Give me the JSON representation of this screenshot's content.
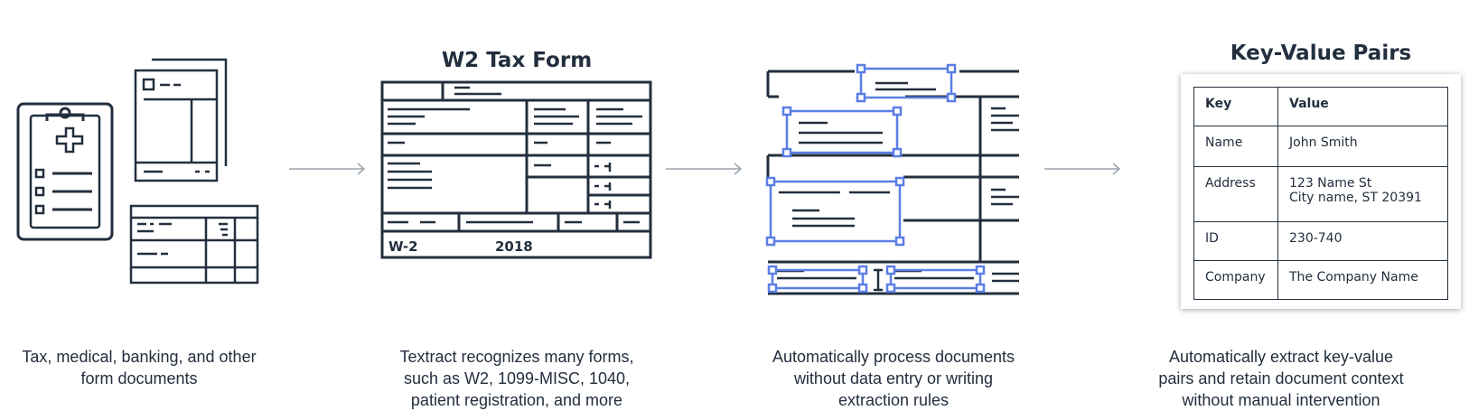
{
  "steps": [
    {
      "id": "documents",
      "caption_lines": [
        "Tax, medical, banking, and other",
        "form documents"
      ]
    },
    {
      "id": "w2-form",
      "title": "W2 Tax Form",
      "form_code": "W-2",
      "form_year": "2018",
      "caption_lines": [
        "Textract recognizes many forms,",
        "such as W2, 1099-MISC, 1040,",
        "patient registration, and more"
      ]
    },
    {
      "id": "processing",
      "caption_lines": [
        "Automatically process documents",
        "without data entry or writing",
        "extraction rules"
      ]
    },
    {
      "id": "key-value",
      "title": "Key-Value Pairs",
      "table": {
        "headers": [
          "Key",
          "Value"
        ],
        "rows": [
          {
            "key": "Name",
            "value": [
              "John Smith"
            ]
          },
          {
            "key": "Address",
            "value": [
              "123 Name St",
              "City name, ST 20391"
            ]
          },
          {
            "key": "ID",
            "value": [
              "230-740"
            ]
          },
          {
            "key": "Company",
            "value": [
              "The Company Name"
            ]
          }
        ]
      },
      "caption_lines": [
        "Automatically extract key-value",
        "pairs and retain document context",
        "without manual intervention"
      ]
    }
  ],
  "colors": {
    "ink": "#232f3e",
    "arrow": "#9aa4ad",
    "highlight": "#5b7ee5"
  },
  "icons": [
    "clipboard-medical-icon",
    "stacked-forms-icon",
    "w2-form-icon",
    "detected-fields-icon",
    "arrow-right-icon"
  ]
}
